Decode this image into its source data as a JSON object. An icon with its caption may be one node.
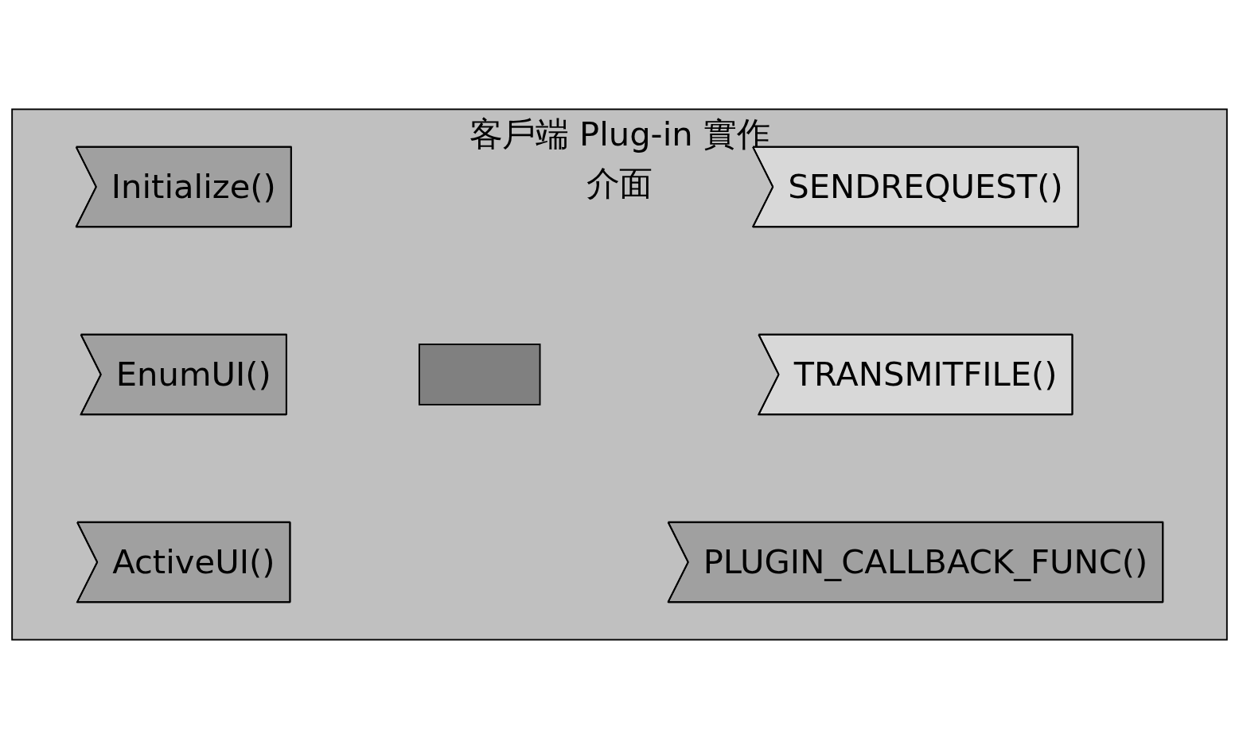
{
  "diagram": {
    "nodes": [
      {
        "text": [
          "客戶端 Plug-in 實作介面"
        ]
      },
      {
        "text": [],
        "shape": "box",
        "in": 0
      },
      {
        "text": [
          "Initialize()"
        ],
        "in": 0
      },
      {
        "text": [
          "EnumUI()"
        ],
        "in": 0
      },
      {
        "text": [
          "ActiveUI()"
        ],
        "in": 0
      },
      {
        "text": [
          "SENDREQUEST()"
        ],
        "in": 0
      },
      {
        "text": [
          "TRANSMITFILE()"
        ],
        "in": 0
      },
      {
        "text": [
          "PLUGIN_CALLBACK_FUNC()"
        ],
        "in": 0
      }
    ]
  }
}
